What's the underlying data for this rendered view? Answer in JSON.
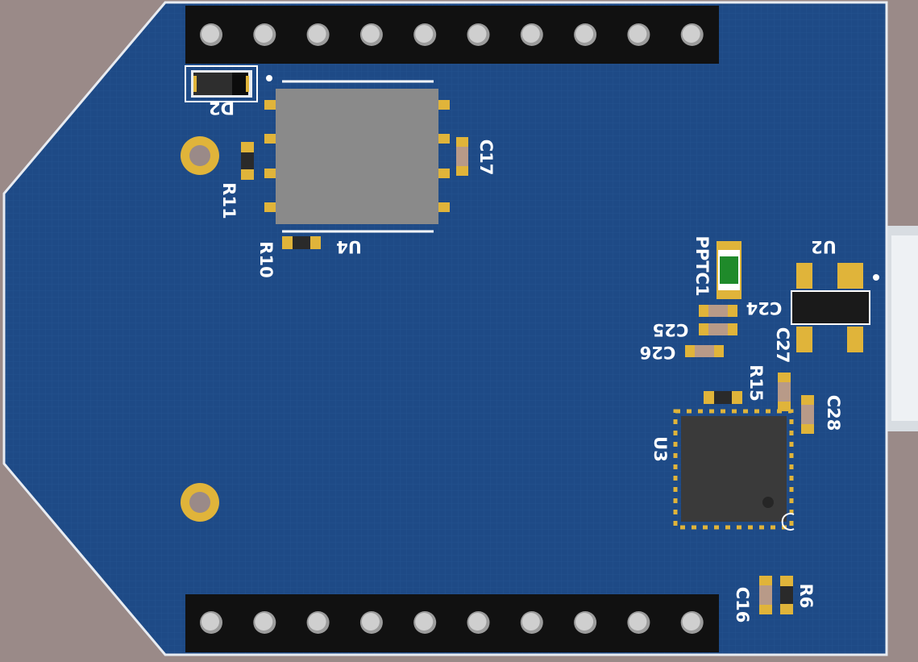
{
  "colors": {
    "background": "#9a8a88",
    "board": "#1e4a86",
    "board_edge": "#e8ecf2",
    "header_body": "#111111",
    "pin": "#cfcfcf",
    "pad_gold": "#e0b43a",
    "silkscreen": "#ffffff",
    "module_body": "#8a8a8a",
    "ic_body": "#3a3a3a",
    "resistor_body": "#2a2a2a",
    "capacitor_body": "#b89a88",
    "ptc_body": "#1f8a2a"
  },
  "designators": {
    "d2": "D2",
    "c17": "C17",
    "r11": "R11",
    "r10": "R10",
    "u4": "U4",
    "pptc1": "PPTC1",
    "u2": "U2",
    "c24": "C24",
    "c25": "C25",
    "c26": "C26",
    "c27": "C27",
    "r15": "R15",
    "c28": "C28",
    "u3": "U3",
    "c16": "C16",
    "r6": "R6"
  },
  "headers": {
    "top_pin_count": 10,
    "bottom_pin_count": 10
  }
}
